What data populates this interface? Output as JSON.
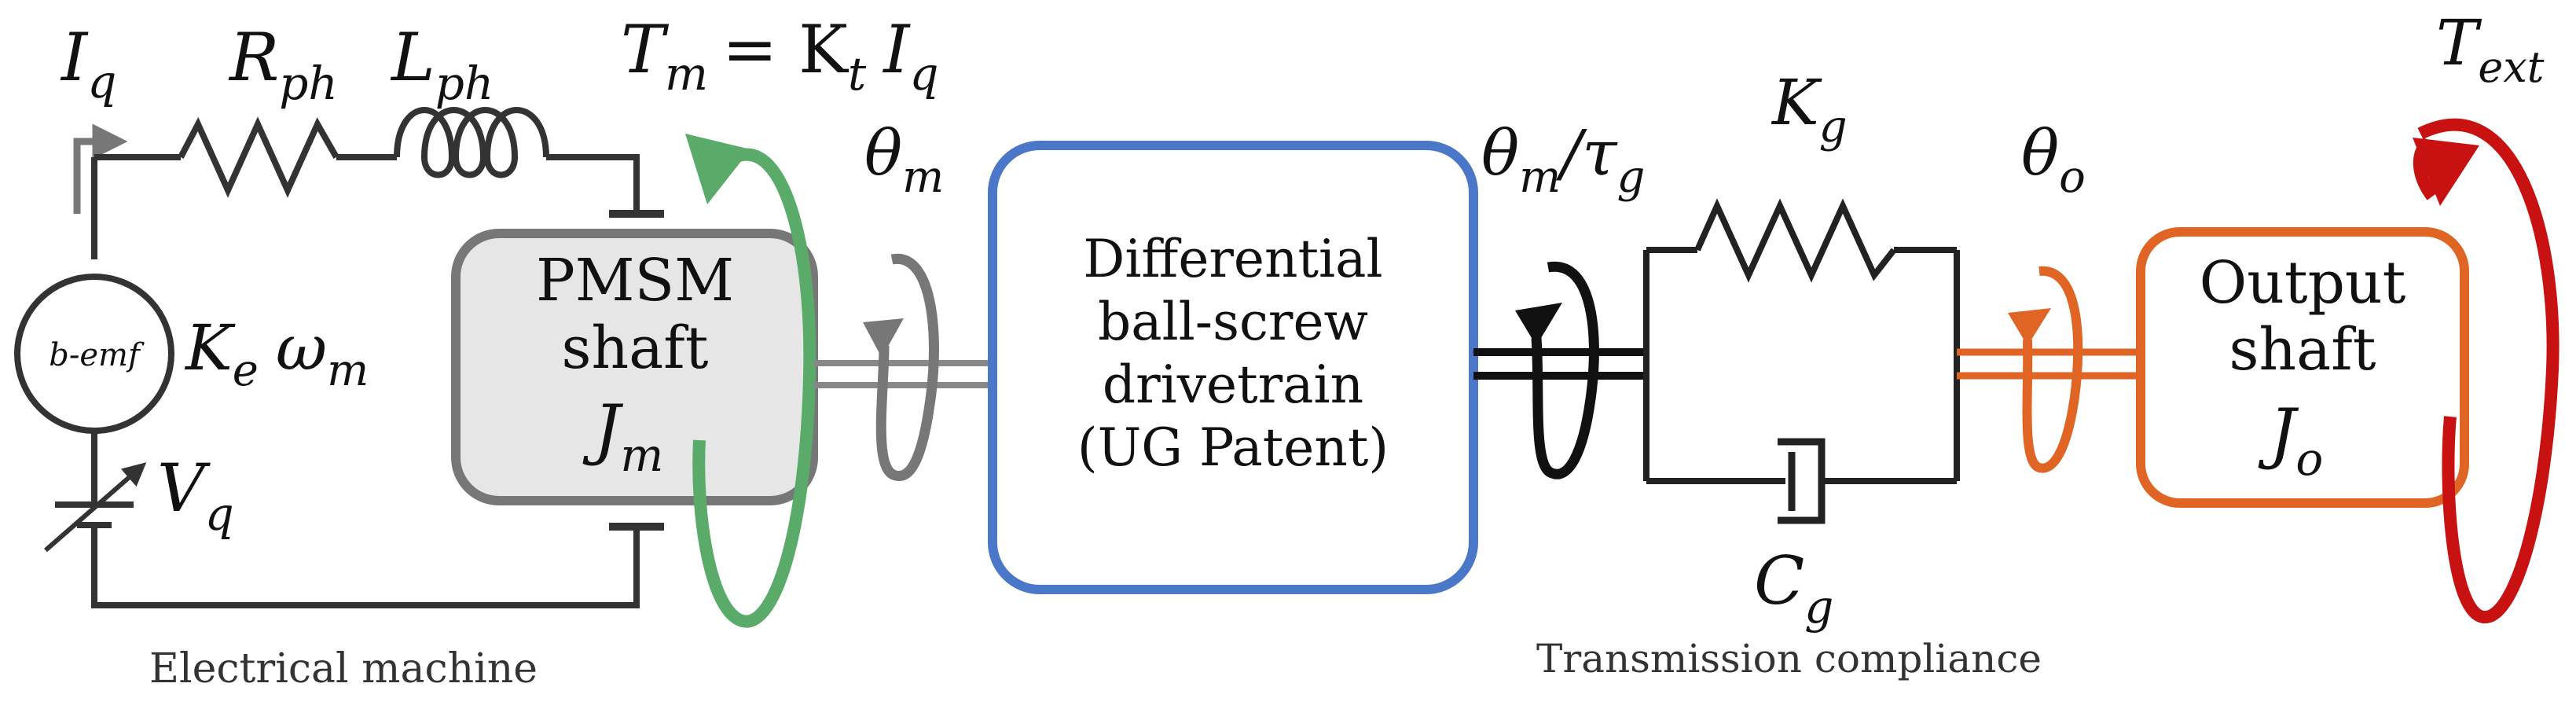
{
  "colors": {
    "wire": "#333333",
    "gray": "#777777",
    "green": "#5aaa6a",
    "blue": "#4a77c8",
    "black": "#111111",
    "orange": "#e06424",
    "red": "#c81212",
    "pmsm_fill": "#e6e6e6"
  },
  "labels": {
    "current": "I",
    "current_sub": "q",
    "resistor": "R",
    "resistor_sub": "ph",
    "inductor": "L",
    "inductor_sub": "ph",
    "torque_eq_lhs": "T",
    "torque_eq_lhs_sub": "m",
    "torque_eq_mid": "= K",
    "torque_eq_mid_sub": "t",
    "torque_eq_rhs": "I",
    "torque_eq_rhs_sub": "q",
    "bemf_circle": "b-emf",
    "bemf_const": "K",
    "bemf_const_sub": "e",
    "bemf_omega": "ω",
    "bemf_omega_sub": "m",
    "voltage": "V",
    "voltage_sub": "q",
    "pmsm_line1": "PMSM",
    "pmsm_line2": "shaft",
    "pmsm_inertia": "J",
    "pmsm_inertia_sub": "m",
    "theta_m": "θ",
    "theta_m_sub": "m",
    "drive_line1": "Differential",
    "drive_line2": "ball-screw",
    "drive_line3": "drivetrain",
    "drive_line4": "(UG Patent)",
    "ratio_num": "θ",
    "ratio_num_sub": "m",
    "ratio_den": "/τ",
    "ratio_den_sub": "g",
    "spring": "K",
    "spring_sub": "g",
    "damper": "C",
    "damper_sub": "g",
    "theta_o": "θ",
    "theta_o_sub": "o",
    "output_line1": "Output",
    "output_line2": "shaft",
    "output_inertia": "J",
    "output_inertia_sub": "o",
    "ext_torque": "T",
    "ext_torque_sub": "ext",
    "caption_electrical": "Electrical machine",
    "caption_transmission": "Transmission compliance"
  }
}
